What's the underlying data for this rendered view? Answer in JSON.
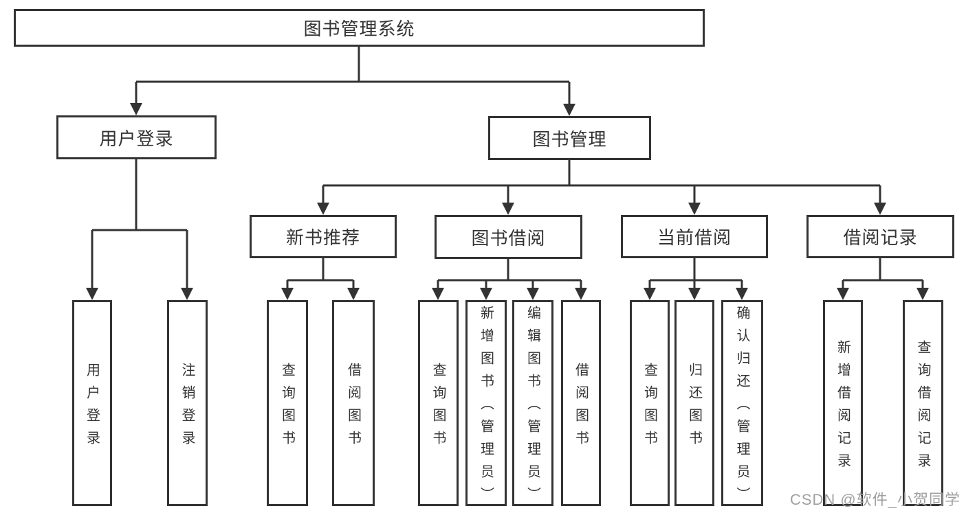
{
  "diagram": {
    "root": {
      "label": "图书管理系统"
    },
    "level2": {
      "user_login": {
        "label": "用户登录"
      },
      "book_management": {
        "label": "图书管理"
      }
    },
    "level3": {
      "new_book_recommend": {
        "label": "新书推荐"
      },
      "book_borrowing": {
        "label": "图书借阅"
      },
      "current_borrowing": {
        "label": "当前借阅"
      },
      "borrowing_records": {
        "label": "借阅记录"
      }
    },
    "leaves": {
      "user_login": {
        "label": "用户登录"
      },
      "logout": {
        "label": "注销登录"
      },
      "query_books_recommend": {
        "label": "查询图书"
      },
      "borrow_books_recommend": {
        "label": "借阅图书"
      },
      "query_books_borrowing": {
        "label": "查询图书"
      },
      "add_book_admin": {
        "label": "新增图书（管理员）"
      },
      "edit_book_admin": {
        "label": "编辑图书（管理员）"
      },
      "borrow_books_borrowing": {
        "label": "借阅图书"
      },
      "query_books_current": {
        "label": "查询图书"
      },
      "return_book": {
        "label": "归还图书"
      },
      "confirm_return_admin": {
        "label": "确认归还（管理员）"
      },
      "add_borrow_record": {
        "label": "新增借阅记录"
      },
      "query_borrow_record": {
        "label": "查询借阅记录"
      }
    },
    "watermark": "CSDN @软件_小贺同学",
    "colors": {
      "line": "#333333",
      "text": "#333333",
      "background": "#ffffff",
      "watermark": "#a0a0a0"
    }
  }
}
